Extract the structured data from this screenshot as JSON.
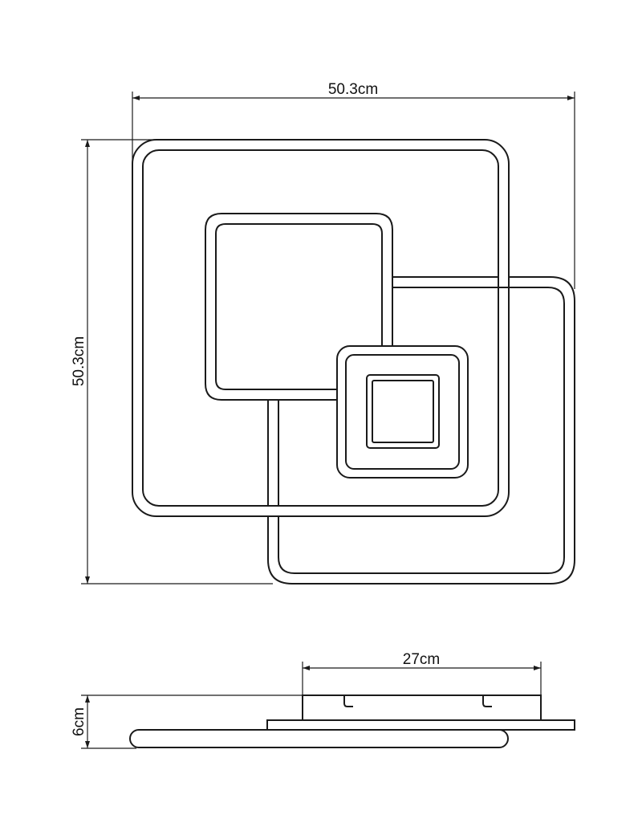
{
  "dimensions": {
    "top_width": "50.3cm",
    "left_height": "50.3cm",
    "base_width": "27cm",
    "side_height": "6cm"
  },
  "colors": {
    "line": "#1a1a1a",
    "background": "#ffffff"
  }
}
